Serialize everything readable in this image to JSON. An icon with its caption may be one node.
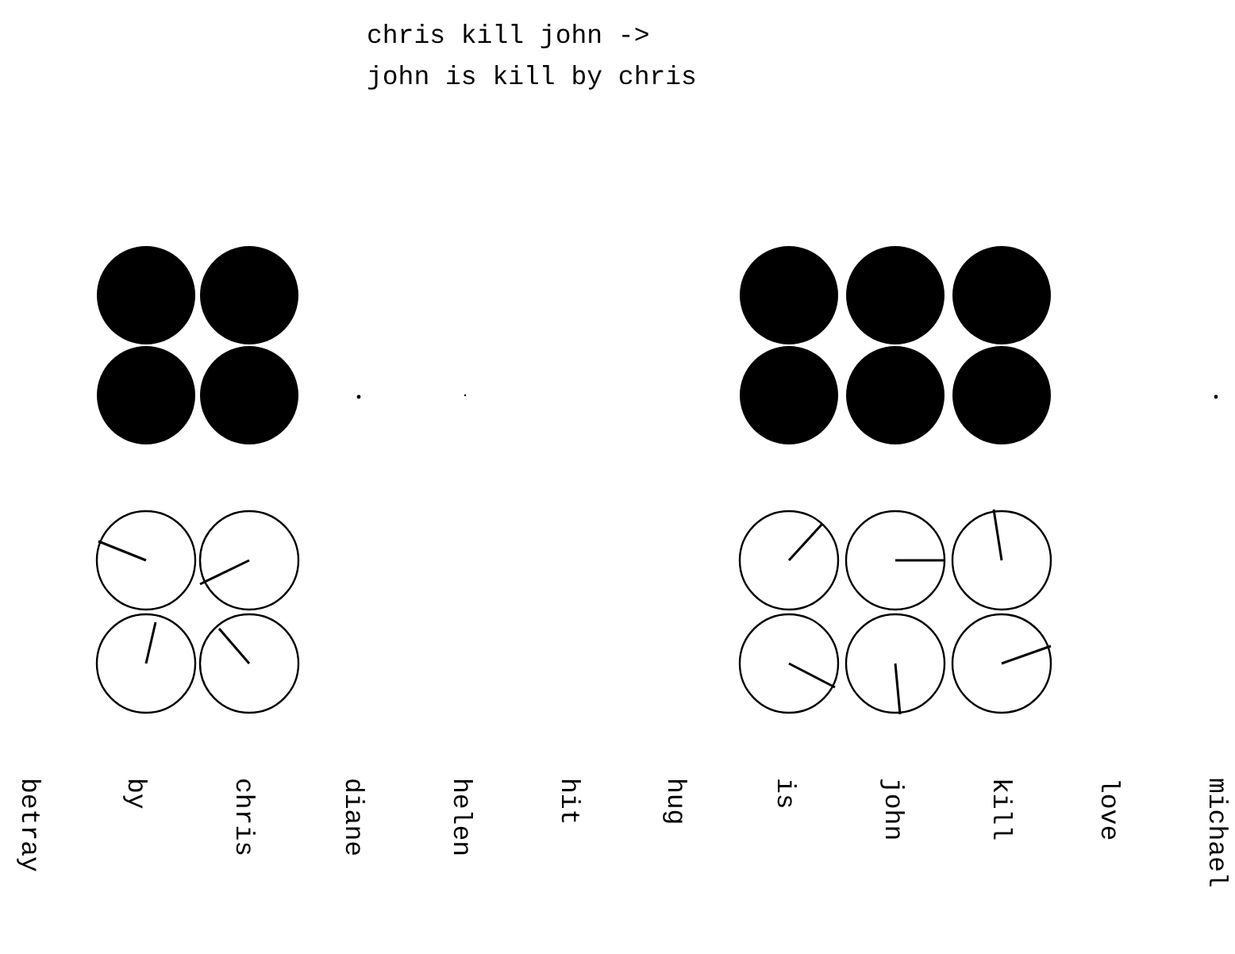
{
  "diagram": {
    "title": "chris kill john -> john is kill by chris",
    "labels": [
      "betray",
      "by",
      "chris",
      "diane",
      "helen",
      "hit",
      "hug",
      "is",
      "john",
      "kill",
      "love",
      "michael"
    ]
  }
}
